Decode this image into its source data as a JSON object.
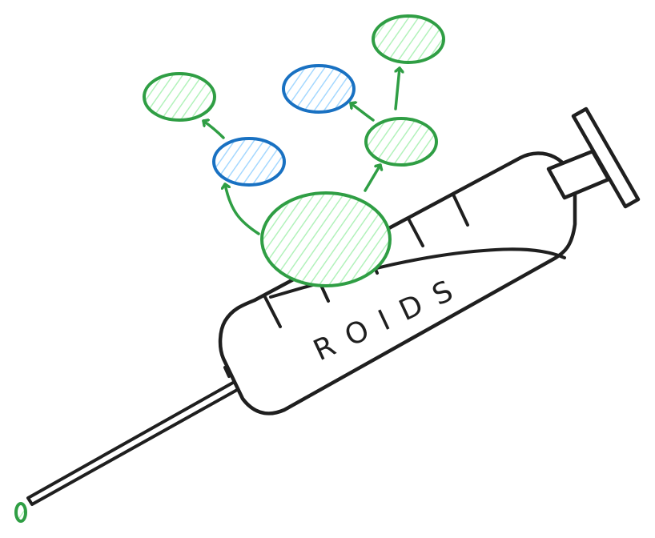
{
  "diagram": {
    "label": "ROIDS",
    "colors": {
      "ink": "#1f1f1f",
      "green_stroke": "#2f9e44",
      "green_fill": "#b2f2bb",
      "blue_stroke": "#1971c2",
      "blue_fill": "#a5d8ff",
      "background": "#ffffff"
    },
    "nodes": [
      {
        "name": "core-node",
        "color": "green"
      },
      {
        "name": "left-blue-node",
        "color": "blue"
      },
      {
        "name": "left-top-green-node",
        "color": "green"
      },
      {
        "name": "right-green-node",
        "color": "green"
      },
      {
        "name": "right-blue-node",
        "color": "blue"
      },
      {
        "name": "top-right-green-node",
        "color": "green"
      }
    ],
    "icons": [
      "syringe-icon",
      "drop-icon"
    ]
  }
}
